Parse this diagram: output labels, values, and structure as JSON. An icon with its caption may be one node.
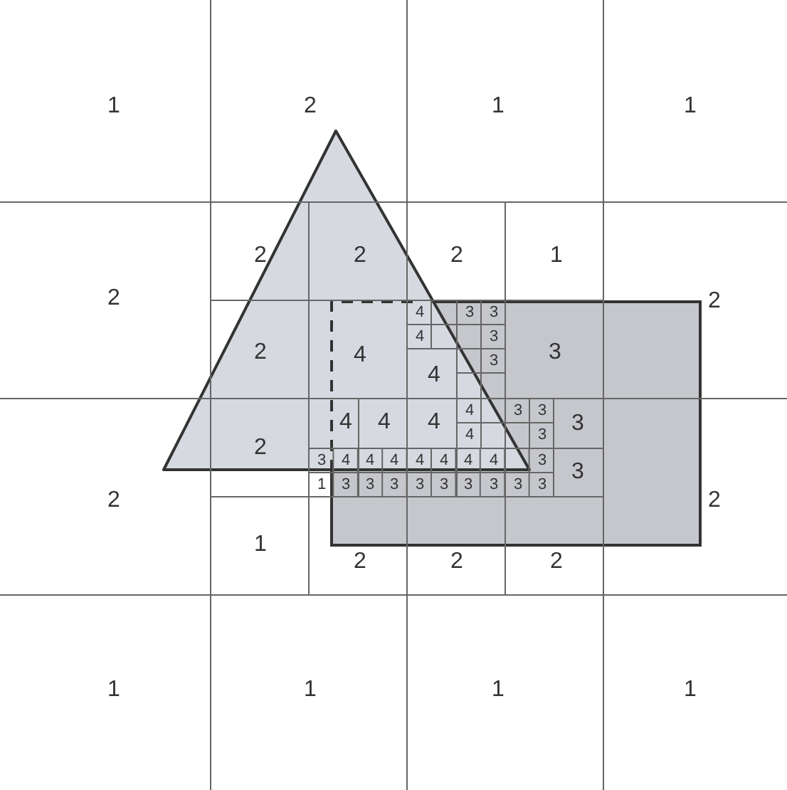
{
  "diagram": {
    "labels": [
      "1",
      "2",
      "1",
      "1",
      "2",
      "2",
      "2",
      "1",
      "2",
      "2",
      "4",
      "3",
      "3",
      "4",
      "3",
      "2",
      "4",
      "3",
      "3",
      "4",
      "4",
      "3",
      "3",
      "4",
      "4",
      "4",
      "3",
      "4",
      "3",
      "2",
      "3",
      "4",
      "4",
      "4",
      "4",
      "4",
      "4",
      "4",
      "3",
      "3",
      "1",
      "3",
      "3",
      "3",
      "3",
      "3",
      "3",
      "3",
      "3",
      "3",
      "2",
      "2",
      "1",
      "2",
      "2",
      "2",
      "1",
      "1",
      "1",
      "1"
    ]
  }
}
